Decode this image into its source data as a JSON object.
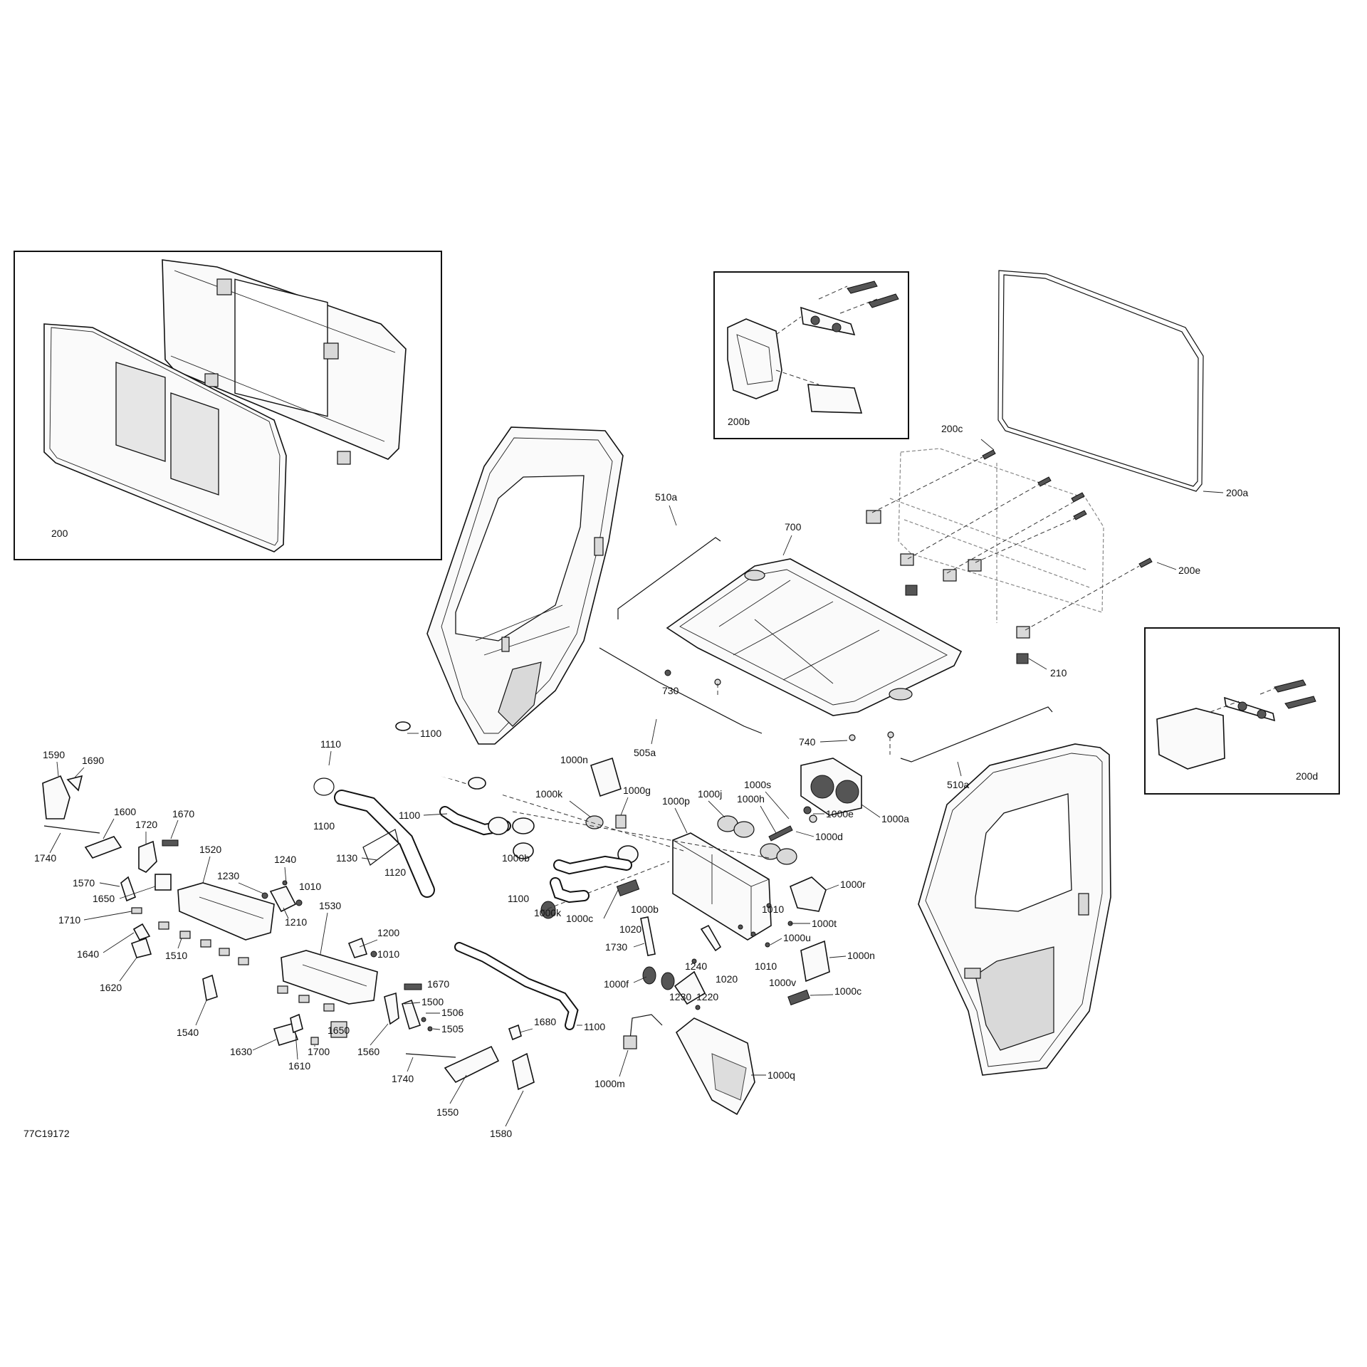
{
  "figure_id": "77C19172",
  "labels": {
    "l200": "200",
    "l200a": "200a",
    "l200b": "200b",
    "l200c": "200c",
    "l200d": "200d",
    "l200e": "200e",
    "l210": "210",
    "l505a": "505a",
    "l510a": "510a",
    "l700": "700",
    "l730": "730",
    "l740": "740",
    "l1000a": "1000a",
    "l1000b": "1000b",
    "l1000c": "1000c",
    "l1000d": "1000d",
    "l1000e": "1000e",
    "l1000f": "1000f",
    "l1000g": "1000g",
    "l1000h": "1000h",
    "l1000j": "1000j",
    "l1000k": "1000k",
    "l1000m": "1000m",
    "l1000n": "1000n",
    "l1000p": "1000p",
    "l1000q": "1000q",
    "l1000r": "1000r",
    "l1000s": "1000s",
    "l1000t": "1000t",
    "l1000u": "1000u",
    "l1000v": "1000v",
    "l1010": "1010",
    "l1020": "1020",
    "l1100": "1100",
    "l1110": "1110",
    "l1120": "1120",
    "l1130": "1130",
    "l1200": "1200",
    "l1210": "1210",
    "l1220": "1220",
    "l1230": "1230",
    "l1240": "1240",
    "l1500": "1500",
    "l1505": "1505",
    "l1506": "1506",
    "l1510": "1510",
    "l1520": "1520",
    "l1530": "1530",
    "l1540": "1540",
    "l1550": "1550",
    "l1560": "1560",
    "l1570": "1570",
    "l1580": "1580",
    "l1590": "1590",
    "l1600": "1600",
    "l1610": "1610",
    "l1620": "1620",
    "l1630": "1630",
    "l1640": "1640",
    "l1650": "1650",
    "l1670": "1670",
    "l1680": "1680",
    "l1690": "1690",
    "l1700": "1700",
    "l1710": "1710",
    "l1720": "1720",
    "l1730": "1730",
    "l1740": "1740"
  }
}
